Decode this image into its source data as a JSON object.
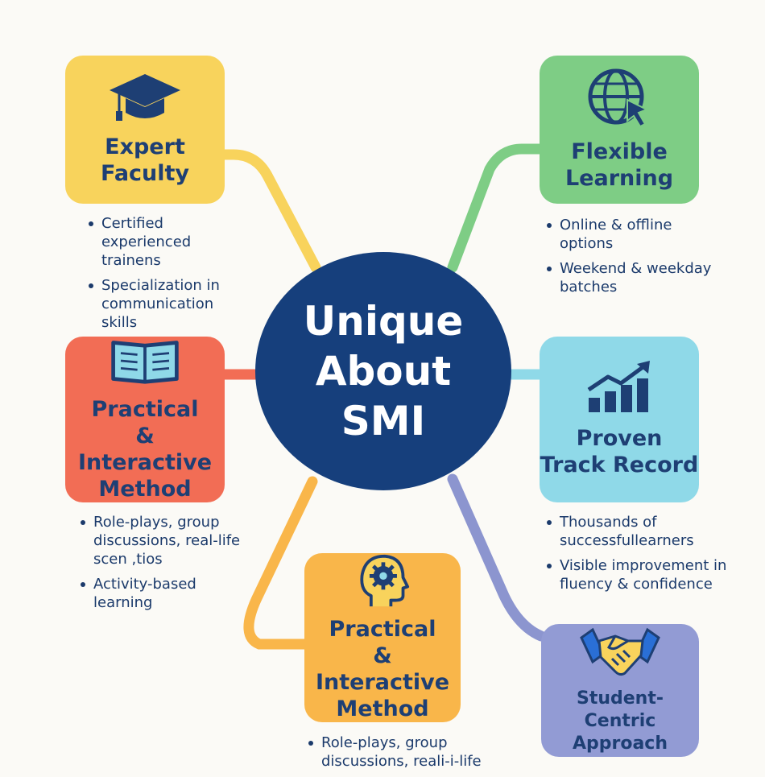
{
  "center": {
    "title": "Unique\nAbout\nSMI"
  },
  "nodes": {
    "expert_faculty": {
      "title": "Expert\nFaculty",
      "icon": "graduation-cap-icon",
      "bullets": [
        "Certified experienced trainens",
        "Specialization in communication skills"
      ]
    },
    "flexible_learning": {
      "title": "Flexible\nLearning",
      "icon": "globe-cursor-icon",
      "bullets": [
        "Online & offline options",
        "Weekend & weekday batches"
      ]
    },
    "practical_interactive_1": {
      "title": "Practical\n& Interactive\nMethod",
      "icon": "open-book-icon",
      "bullets": [
        "Role-plays, group discussions, real-life scen ,tios",
        "Activity-based learning"
      ]
    },
    "proven_track_record": {
      "title": "Proven\nTrack Record",
      "icon": "growth-chart-icon",
      "bullets": [
        "Thousands of successfullearners",
        "Visible improvement in fluency & confidence"
      ]
    },
    "practical_interactive_2": {
      "title": "Practical\n& Interactive\nMethod",
      "icon": "head-gear-icon",
      "bullets": [
        "Role-plays, group discussions, reali-i-life"
      ]
    },
    "student_centric": {
      "title": "Student-Centric\nApproach",
      "icon": "handshake-icon",
      "bullets": []
    }
  },
  "colors": {
    "expert_faculty": "#f8d35c",
    "flexible_learning": "#7ecd85",
    "practical_interactive_1": "#f26d55",
    "proven_track_record": "#8fd9e8",
    "practical_interactive_2": "#f9b64a",
    "student_centric": "#929bd4",
    "center": "#163f7c",
    "text": "#1e3f74"
  }
}
